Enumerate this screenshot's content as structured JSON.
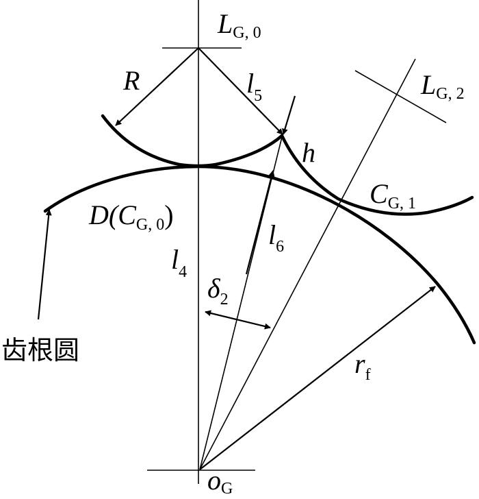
{
  "labels": {
    "L_G0_main": "L",
    "L_G0_sub": "G, 0",
    "R": "R",
    "l5_main": "l",
    "l5_sub": "5",
    "L_G2_main": "L",
    "L_G2_sub": "G, 2",
    "h": "h",
    "C_G1_main": "C",
    "C_G1_sub": "G, 1",
    "D_main": "D(",
    "D_C": "C",
    "D_sub": "G, 0",
    "D_close": ")",
    "l6_main": "l",
    "l6_sub": "6",
    "l4_main": "l",
    "l4_sub": "4",
    "delta_main": "δ",
    "delta_sub": "2",
    "root_circle": "齿根圆",
    "rf_main": "r",
    "rf_sub": "f",
    "oG_main": "o",
    "oG_sub": "G"
  }
}
